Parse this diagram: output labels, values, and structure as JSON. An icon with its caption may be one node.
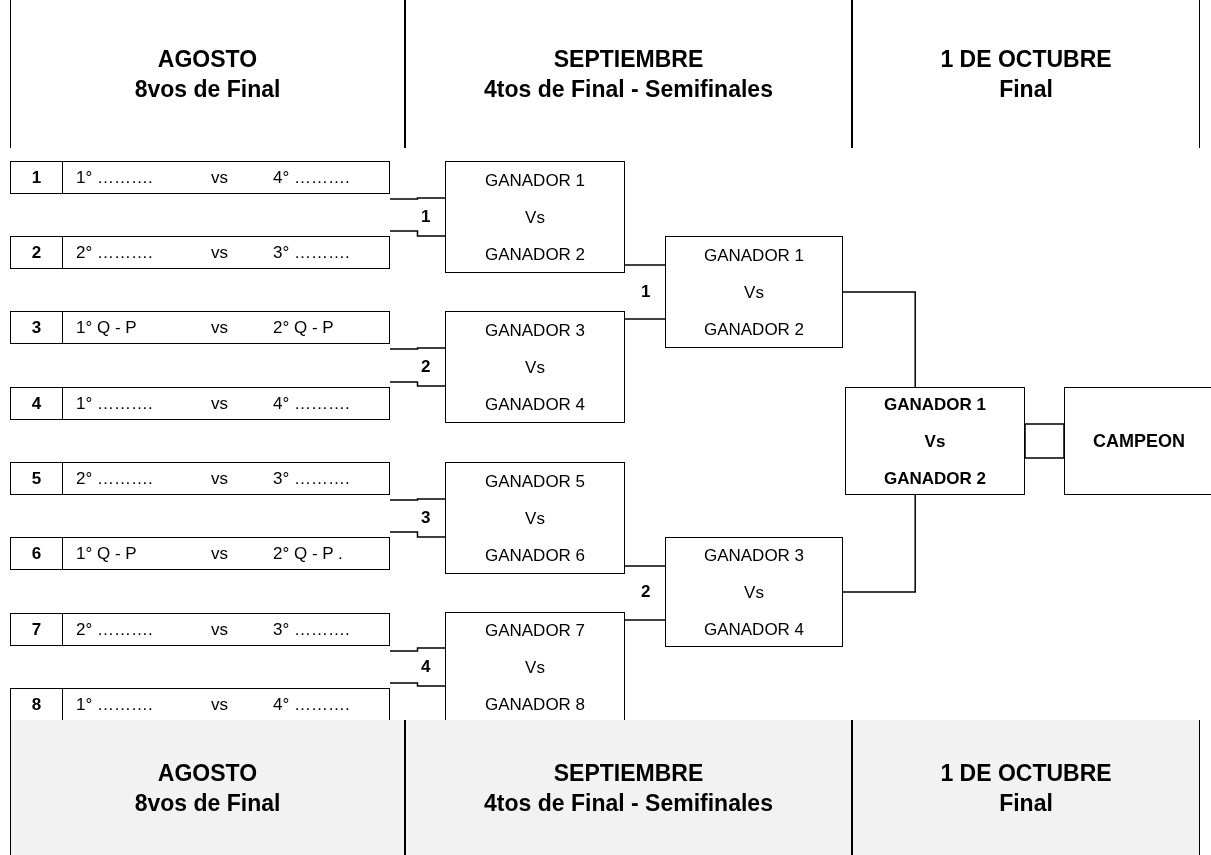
{
  "diagram": {
    "nodes": [
      {
        "text": [
          "AGOSTO",
          "8vos de Final"
        ]
      },
      {
        "text": [
          "SEPTIEMBRE",
          "4tos de Final - Semifinales"
        ]
      },
      {
        "text": [
          "1 DE OCTUBRE",
          "Final"
        ]
      },
      {
        "text": [
          "1",
          "1° ……….",
          "vs",
          "4° ………."
        ]
      },
      {
        "text": [
          "2",
          "2° ……….",
          "vs",
          "3° ………."
        ]
      },
      {
        "text": [
          "3",
          "1° Q - P",
          "vs",
          "2° Q - P"
        ]
      },
      {
        "text": [
          "4",
          "1° ……….",
          "vs",
          "4° ………."
        ]
      },
      {
        "text": [
          "5",
          "2° ……….",
          "vs",
          "3° ………."
        ]
      },
      {
        "text": [
          "6",
          "1° Q - P",
          "vs",
          "2° Q - P ."
        ]
      },
      {
        "text": [
          "7",
          "2° ……….",
          "vs",
          "3° ………."
        ]
      },
      {
        "text": [
          "8",
          "1° ……….",
          "vs",
          "4° ………."
        ]
      },
      {
        "text": [
          "GANADOR 1",
          "Vs",
          "GANADOR 2"
        ],
        "beside": [
          "1"
        ]
      },
      {
        "text": [
          "GANADOR 3",
          "Vs",
          "GANADOR 4"
        ],
        "beside": [
          "2"
        ]
      },
      {
        "text": [
          "GANADOR 5",
          "Vs",
          "GANADOR 6"
        ],
        "beside": [
          "3"
        ]
      },
      {
        "text": [
          "GANADOR 7",
          "Vs",
          "GANADOR 8"
        ],
        "beside": [
          "4"
        ]
      },
      {
        "text": [
          "GANADOR 1",
          "Vs",
          "GANADOR 2"
        ],
        "beside": [
          "1"
        ]
      },
      {
        "text": [
          "GANADOR 3",
          "Vs",
          "GANADOR 4"
        ],
        "beside": [
          "2"
        ]
      },
      {
        "text": [
          "GANADOR 1",
          "Vs",
          "GANADOR 2"
        ]
      },
      {
        "text": [
          "CAMPEON"
        ]
      },
      {
        "text": [
          "AGOSTO",
          "8vos de Final"
        ]
      },
      {
        "text": [
          "SEPTIEMBRE",
          "4tos de Final - Semifinales"
        ]
      },
      {
        "text": [
          "1 DE OCTUBRE",
          "Final"
        ]
      }
    ],
    "edges": [
      {
        "from": 3,
        "to": 11,
        "arrow": "none"
      },
      {
        "from": 4,
        "to": 11,
        "arrow": "none"
      },
      {
        "from": 5,
        "to": 12,
        "arrow": "none"
      },
      {
        "from": 6,
        "to": 12,
        "arrow": "none"
      },
      {
        "from": 7,
        "to": 13,
        "arrow": "none"
      },
      {
        "from": 8,
        "to": 13,
        "arrow": "none"
      },
      {
        "from": 9,
        "to": 14,
        "arrow": "none"
      },
      {
        "from": 10,
        "to": 14,
        "arrow": "none"
      },
      {
        "from": 11,
        "to": 15,
        "arrow": "none"
      },
      {
        "from": 12,
        "to": 15,
        "arrow": "none"
      },
      {
        "from": 13,
        "to": 16,
        "arrow": "none"
      },
      {
        "from": 14,
        "to": 16,
        "arrow": "none"
      },
      {
        "from": 15,
        "to": 17,
        "arrow": "none"
      },
      {
        "from": 16,
        "to": 17,
        "arrow": "none"
      },
      {
        "from": 17,
        "to": 18,
        "arrow": "none"
      }
    ]
  }
}
